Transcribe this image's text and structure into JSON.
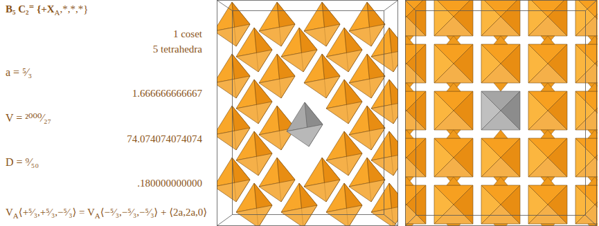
{
  "diagram": {
    "labels": [
      "B₅ C₂⁼ {+X",
      "A",
      ",*,*,*}",
      "1 coset",
      "5 tetrahedra",
      "a = ⁵⁄₃",
      "1.666666666667",
      "V = ²⁰⁰⁰⁄₂₇",
      "74.074074074074",
      "D = ⁹⁄₅₀",
      ".180000000000",
      "V",
      "A",
      "⟨+⁵⁄₃,+⁵⁄₃,−⁵⁄₃⟩ = V",
      "A",
      "⟨−⁵⁄₃,−⁵⁄₃,−⁵⁄₃⟩ + ⟨2a,2a,0⟩"
    ]
  }
}
